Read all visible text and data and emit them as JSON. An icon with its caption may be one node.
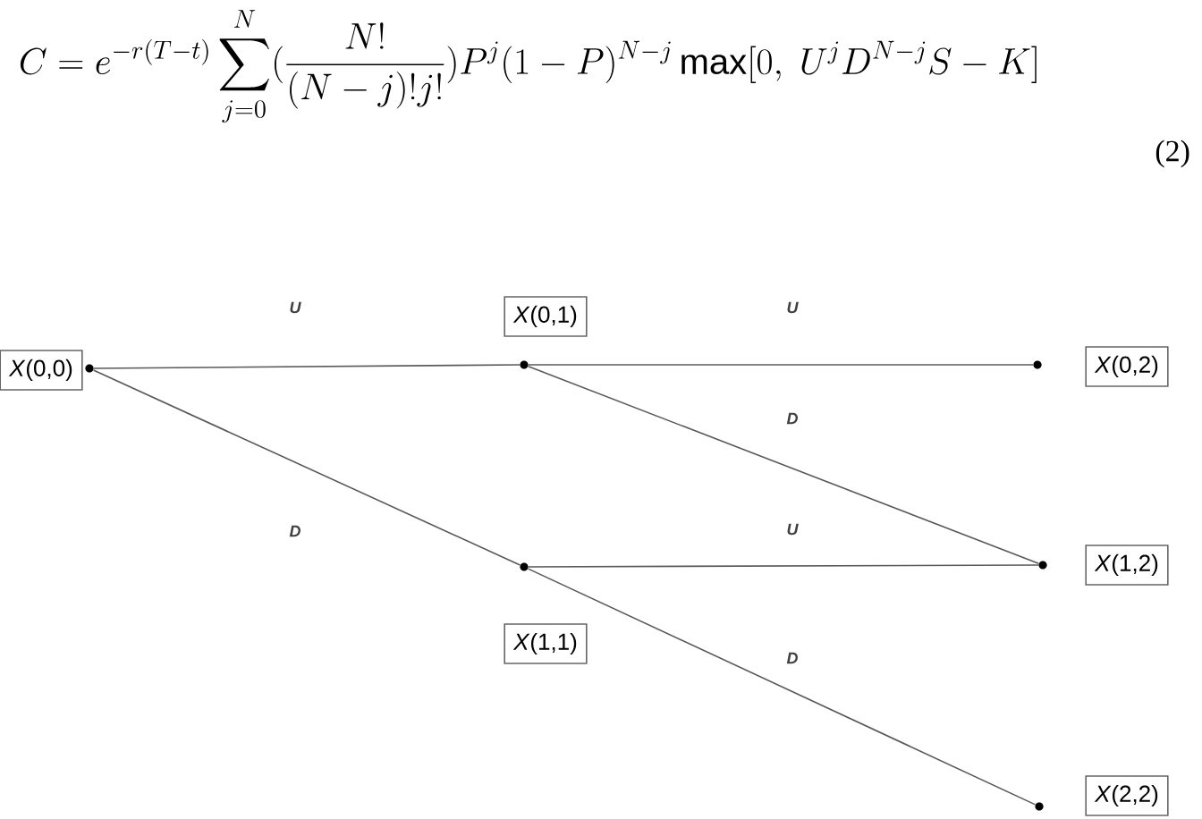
{
  "diagram": {
    "nodes": [
      {
        "text": [
          "*X*(0,0)"
        ]
      },
      {
        "text": [
          "*X*(0,1)"
        ]
      },
      {
        "text": [
          "*X*(0,2)"
        ]
      },
      {
        "text": [
          "*X*(1,1)"
        ]
      },
      {
        "text": [
          "*X*(1,2)"
        ]
      },
      {
        "text": [
          "*X*(2,2)"
        ]
      },
      {
        "text": [],
        "shape": "circle"
      },
      {
        "text": [],
        "shape": "circle"
      },
      {
        "text": [],
        "shape": "circle"
      },
      {
        "text": [],
        "shape": "circle"
      },
      {
        "text": [],
        "shape": "circle"
      },
      {
        "text": [],
        "shape": "circle"
      }
    ],
    "edges": [
      {
        "from": 6,
        "to": 7,
        "arrow": "none",
        "label": "U"
      },
      {
        "from": 6,
        "to": 8,
        "arrow": "none",
        "label": "D"
      },
      {
        "from": 7,
        "to": 9,
        "arrow": "none",
        "label": "U"
      },
      {
        "from": 7,
        "to": 10,
        "arrow": "none",
        "label": "D"
      },
      {
        "from": 8,
        "to": 10,
        "arrow": "none",
        "label": "U"
      },
      {
        "from": 8,
        "to": 11,
        "arrow": "none",
        "label": "D"
      }
    ],
    "labels": [
      "C= e^{-r(T-t)}\\sum_{j=0}^{N}(\\frac{N!}{(N-j)!j!})P^{j}(1-P)^{N-j}\\max[0,\\ U^{j}D^{N-j}S-K]",
      "(2)"
    ]
  }
}
